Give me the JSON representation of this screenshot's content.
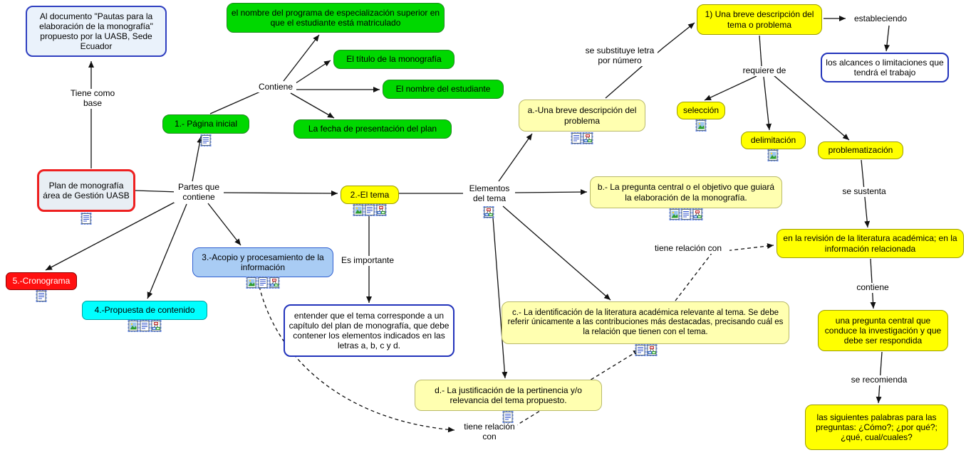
{
  "diagram_type": "concept-map",
  "colors": {
    "node_green": "#00d800",
    "node_yellow": "#ffff00",
    "node_pale_yellow": "#ffffb0",
    "node_cyan": "#00ffff",
    "node_red": "#ff1010",
    "node_light_blue": "#a9ccf4",
    "main_border_red": "#ee2020",
    "accent_border_blue": "#2f3fc0",
    "line_color": "#111111"
  },
  "nodes": {
    "plan": {
      "label": "Plan de monografía área de Gestión UASB"
    },
    "doc_uasb": {
      "label": "Al documento \"Pautas para la elaboración de la monografía\" propuesto por la UASB, Sede Ecuador"
    },
    "programa": {
      "label": "el nombre del programa de especialización superior en que el estudiante está matriculado"
    },
    "titulo": {
      "label": "El título de la monografía"
    },
    "nombre_estudiante": {
      "label": "El nombre del estudiante"
    },
    "fecha": {
      "label": "La fecha de presentación del plan"
    },
    "pagina_inicial": {
      "label": "1.- Página inicial"
    },
    "el_tema": {
      "label": "2.-El tema"
    },
    "acopio": {
      "label": "3.-Acopio y procesamiento de la información"
    },
    "propuesta": {
      "label": "4.-Propuesta de contenido"
    },
    "cronograma": {
      "label": "5.-Cronograma"
    },
    "entender": {
      "label": "entender que el tema corresponde a un capítulo del plan de monografía, que debe contener los elementos indicados en las letras a, b, c y d."
    },
    "a_problema": {
      "label": "a.-Una breve descripción del problema"
    },
    "b_pregunta": {
      "label": "b.- La pregunta central o el objetivo que guiará la elaboración de la monografía."
    },
    "c_literatura": {
      "label": "c.- La identificación de la literatura académica relevante al tema. Se debe referir únicamente a las contribuciones más destacadas, precisando cuál es la relación que tienen con el tema."
    },
    "d_justificacion": {
      "label": "d.- La justificación de la pertinencia y/o relevancia del tema propuesto."
    },
    "breve_numero": {
      "label": "1) Una breve descripción del tema o problema"
    },
    "alcances": {
      "label": "los alcances o limitaciones que tendrá el trabajo"
    },
    "seleccion": {
      "label": "selección"
    },
    "delimitacion": {
      "label": "delimitación"
    },
    "problematizacion": {
      "label": "problematización"
    },
    "revision": {
      "label": "en la revisión de la literatura académica; en la información relacionada"
    },
    "pregunta_central": {
      "label": "una pregunta central que conduce la investigación y que debe ser respondida"
    },
    "palabras": {
      "label": "las siguientes palabras para las preguntas: ¿Cómo?; ¿por qué?; ¿qué, cual/cuales?"
    }
  },
  "link_labels": {
    "tiene_como_base": "Tiene como base",
    "partes_que_contiene": "Partes que contiene",
    "contiene_pagina": "Contiene",
    "elementos_del_tema": "Elementos del tema",
    "es_importante": "Es importante",
    "se_substituye": "se substituye letra por número",
    "estableciendo": "estableciendo",
    "requiere_de": "requiere de",
    "se_sustenta": "se sustenta",
    "contiene_revision": "contiene",
    "se_recomienda": "se recomienda",
    "tiene_relacion_con_c": "tiene relación con",
    "tiene_relacion_con_acopio": "tiene relación con"
  },
  "icon_legend": {
    "document-icon": "attached text resource",
    "image-icon": "attached image resource",
    "cmap-icon": "attached concept-map resource"
  }
}
